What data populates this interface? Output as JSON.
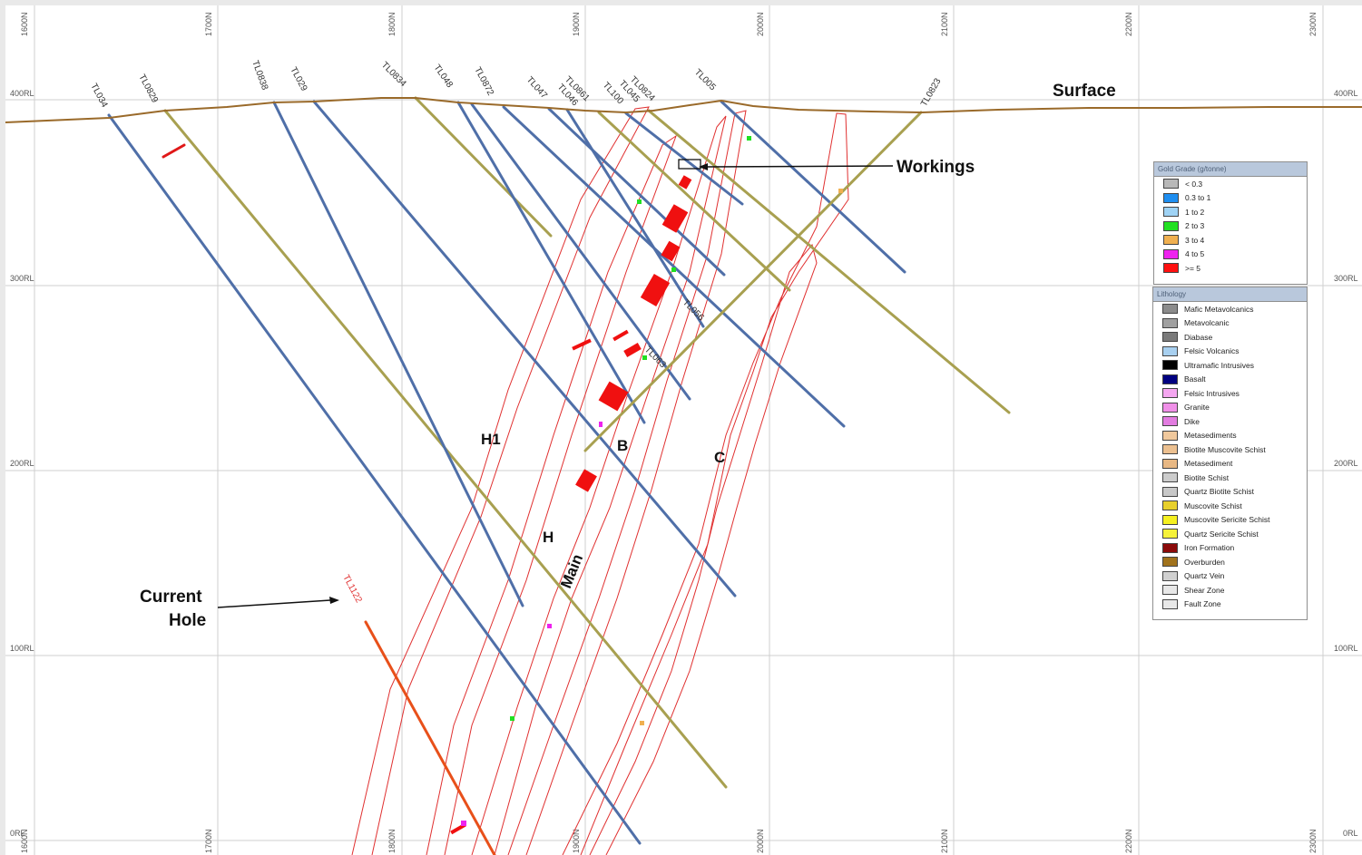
{
  "grid": {
    "x_labels": [
      "1600N",
      "1700N",
      "1800N",
      "1900N",
      "2000N",
      "2100N",
      "2200N",
      "2300N"
    ],
    "rl_labels": [
      "400RL",
      "300RL",
      "200RL",
      "100RL",
      "0RL"
    ]
  },
  "annotations": {
    "surface": "Surface",
    "workings": "Workings",
    "current_hole_line1": "Current",
    "current_hole_line2": "Hole"
  },
  "zones": [
    "H1",
    "B",
    "C",
    "H",
    "Main"
  ],
  "holes": [
    "TL034",
    "TL0829",
    "TL0838",
    "TL029",
    "TL0834",
    "TL048",
    "TL0872",
    "TL047",
    "TL046",
    "TL0861",
    "TL100",
    "TL045",
    "TL0824",
    "TL005",
    "TL0823",
    "TL056",
    "TL063",
    "TL1122"
  ],
  "grade_legend": {
    "title": "Gold Grade (g/tonne)",
    "items": [
      {
        "label": "< 0.3",
        "color": "#b8b8b8"
      },
      {
        "label": "0.3 to 1",
        "color": "#1e8ef0"
      },
      {
        "label": "1 to 2",
        "color": "#9fd3f5"
      },
      {
        "label": "2 to 3",
        "color": "#22e022"
      },
      {
        "label": "3 to 4",
        "color": "#f0b050"
      },
      {
        "label": "4 to 5",
        "color": "#ee22ee"
      },
      {
        "label": ">= 5",
        "color": "#ff1010"
      }
    ]
  },
  "lithology_legend": {
    "title": "Lithology",
    "items": [
      {
        "label": "Mafic Metavolcanics",
        "color": "#8c8c8c"
      },
      {
        "label": "Metavolcanic",
        "color": "#a0a0a0"
      },
      {
        "label": "Diabase",
        "color": "#7a7a7a"
      },
      {
        "label": "Felsic Volcanics",
        "color": "#a8d0f0"
      },
      {
        "label": "Ultramafic Intrusives",
        "color": "#000000"
      },
      {
        "label": "Basalt",
        "color": "#000080"
      },
      {
        "label": "Felsic Intrusives",
        "color": "#f4a6f0"
      },
      {
        "label": "Granite",
        "color": "#f090e8"
      },
      {
        "label": "Dike",
        "color": "#e27ce0"
      },
      {
        "label": "Metasediments",
        "color": "#f0c89c"
      },
      {
        "label": "Biotite Muscovite Schist",
        "color": "#ecc090"
      },
      {
        "label": "Metasediment",
        "color": "#e8b884"
      },
      {
        "label": "Biotite Schist",
        "color": "#cccccc"
      },
      {
        "label": "Quartz Biotite Schist",
        "color": "#c8c8c8"
      },
      {
        "label": "Muscovite Schist",
        "color": "#e8d02c"
      },
      {
        "label": "Muscovite Sericite Schist",
        "color": "#f5f020"
      },
      {
        "label": "Quartz Sericite Schist",
        "color": "#f6f23a"
      },
      {
        "label": "Iron Formation",
        "color": "#8b0a0a"
      },
      {
        "label": "Overburden",
        "color": "#a0721c"
      },
      {
        "label": "Quartz Vein",
        "color": "#d0d0d0"
      },
      {
        "label": "Shear Zone",
        "color": "#e8e8e8"
      },
      {
        "label": "Fault Zone",
        "color": "#e8e8e8"
      }
    ]
  }
}
